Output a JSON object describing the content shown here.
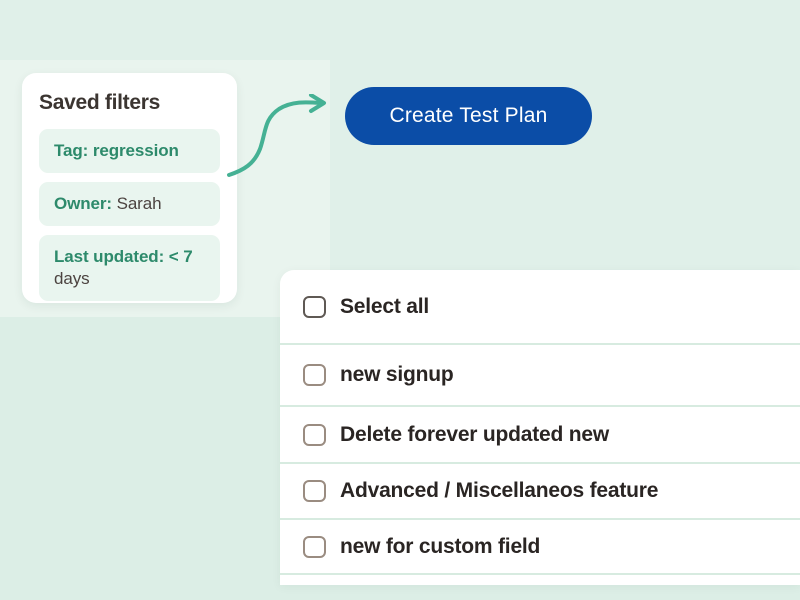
{
  "colors": {
    "background_base": "#e0f0e9",
    "background_highlight": "#e9f4ee",
    "background_lower": "#dceee6",
    "accent_green": "#2d8a6b",
    "arrow_teal": "#45b194",
    "button_blue": "#0b4da7",
    "chip_background": "#e9f5ef",
    "divider": "#d7ebe0",
    "text_dark": "#2a2523"
  },
  "saved_filters": {
    "title": "Saved filters",
    "chips": [
      {
        "label": "Tag:",
        "value": "regression"
      },
      {
        "label": "Owner:",
        "value": "Sarah"
      },
      {
        "label": "Last updated: < 7",
        "value": "days"
      }
    ]
  },
  "arrow": {
    "name": "curved-arrow",
    "color": "#45b194"
  },
  "cta": {
    "label": "Create Test Plan"
  },
  "task_list": {
    "select_all": {
      "label": "Select all",
      "checked": false
    },
    "items": [
      {
        "label": "new signup",
        "checked": false
      },
      {
        "label": "Delete forever updated new",
        "checked": false
      },
      {
        "label": "Advanced / Miscellaneos feature",
        "checked": false
      },
      {
        "label": "new for custom field",
        "checked": false
      }
    ]
  }
}
